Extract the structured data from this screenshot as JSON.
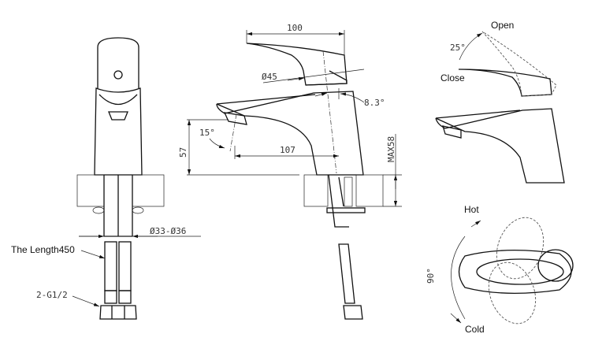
{
  "title": "Faucet technical drawing",
  "front_view": {
    "diameter_label": "Ø33-Ø36",
    "hose_length_label": "The Length450",
    "connector_label": "2-G1/2"
  },
  "side_view": {
    "width_label": "100",
    "cartridge_label": "Ø45",
    "handle_angle_label": "8.3°",
    "spout_angle_label": "15°",
    "spout_height_label": "57",
    "spout_reach_label": "107",
    "max_thickness_label": "MAX58"
  },
  "operation_view": {
    "open_label": "Open",
    "angle_label": "25°",
    "close_label": "Close"
  },
  "top_view": {
    "hot_label": "Hot",
    "angle_label": "90°",
    "cold_label": "Cold"
  }
}
